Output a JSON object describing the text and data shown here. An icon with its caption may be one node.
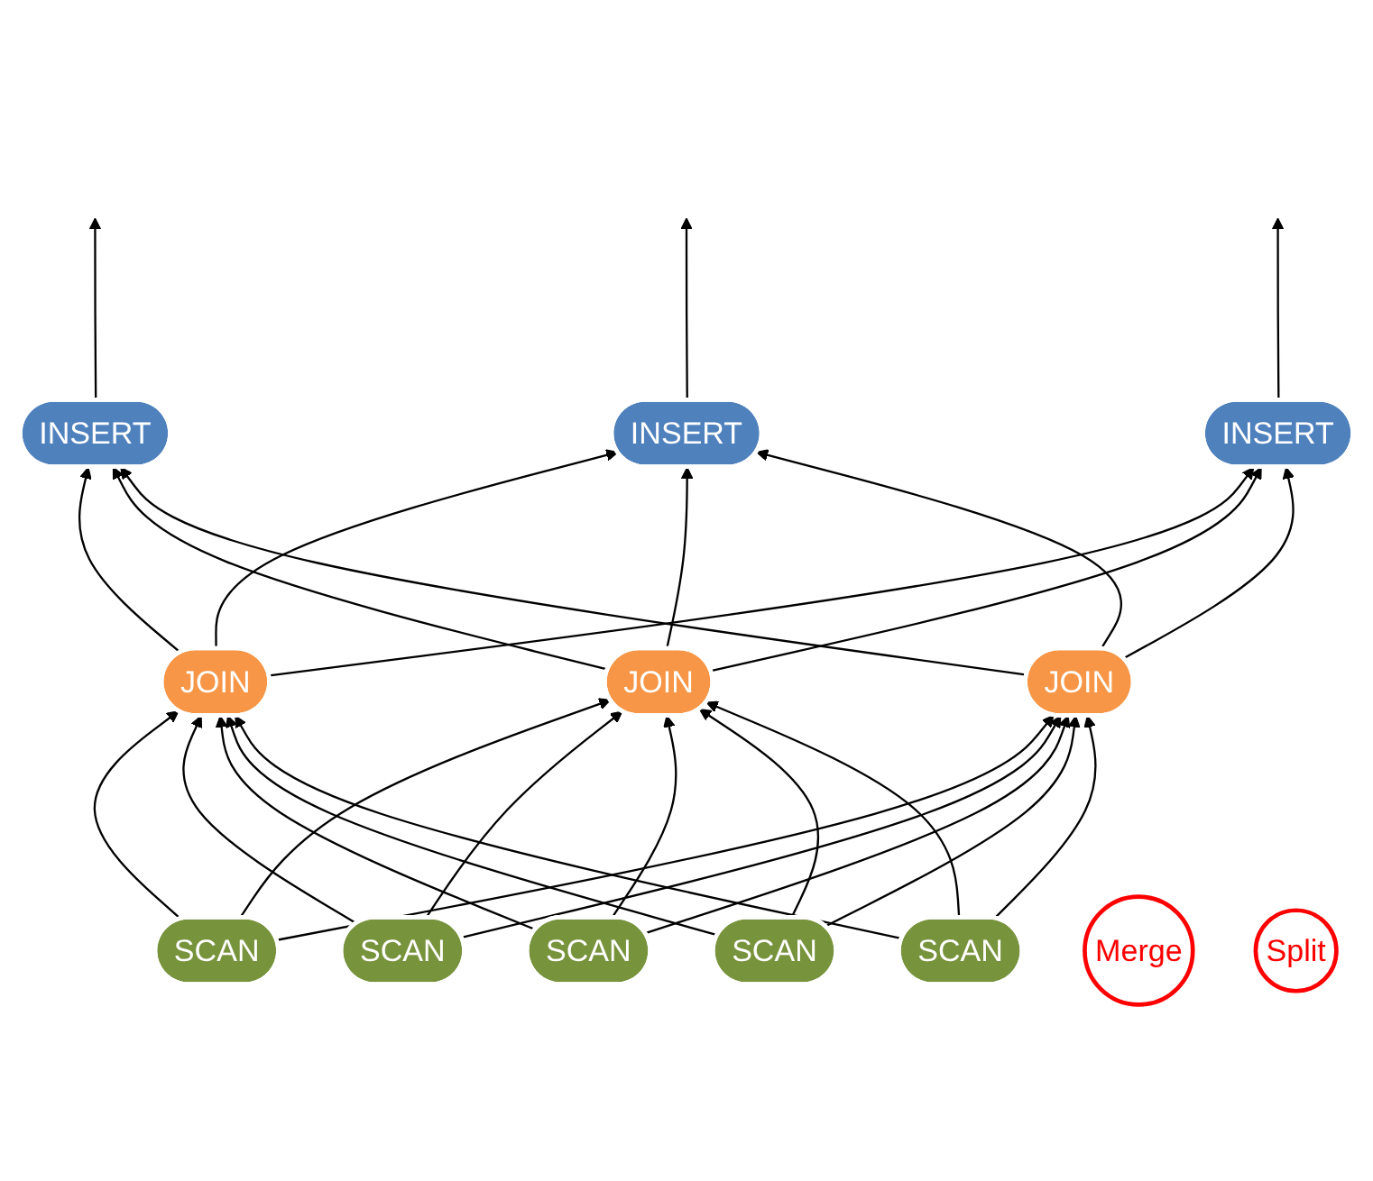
{
  "diagram": {
    "nodes": [
      {
        "text": [
          "INSERT"
        ]
      },
      {
        "text": [
          "INSERT"
        ]
      },
      {
        "text": [
          "INSERT"
        ]
      },
      {
        "text": [
          "JOIN"
        ]
      },
      {
        "text": [
          "JOIN"
        ]
      },
      {
        "text": [
          "JOIN"
        ]
      },
      {
        "text": [
          "SCAN"
        ]
      },
      {
        "text": [
          "SCAN"
        ]
      },
      {
        "text": [
          "SCAN"
        ]
      },
      {
        "text": [
          "SCAN"
        ]
      },
      {
        "text": [
          "SCAN"
        ]
      },
      {
        "text": [
          "Merge"
        ]
      },
      {
        "text": [
          "Split"
        ]
      }
    ],
    "edges": [
      {
        "from": 0,
        "to": null,
        "arrow": "to"
      },
      {
        "from": 1,
        "to": null,
        "arrow": "to"
      },
      {
        "from": 2,
        "to": null,
        "arrow": "to"
      },
      {
        "from": 3,
        "to": 0,
        "arrow": "to"
      },
      {
        "from": 3,
        "to": 1,
        "arrow": "to"
      },
      {
        "from": 3,
        "to": 2,
        "arrow": "to"
      },
      {
        "from": 4,
        "to": 0,
        "arrow": "to"
      },
      {
        "from": 4,
        "to": 1,
        "arrow": "to"
      },
      {
        "from": 4,
        "to": 2,
        "arrow": "to"
      },
      {
        "from": 5,
        "to": 0,
        "arrow": "to"
      },
      {
        "from": 5,
        "to": 1,
        "arrow": "to"
      },
      {
        "from": 5,
        "to": 2,
        "arrow": "to"
      },
      {
        "from": 6,
        "to": 3,
        "arrow": "to"
      },
      {
        "from": 6,
        "to": 4,
        "arrow": "to"
      },
      {
        "from": 6,
        "to": 5,
        "arrow": "to"
      },
      {
        "from": 7,
        "to": 3,
        "arrow": "to"
      },
      {
        "from": 7,
        "to": 4,
        "arrow": "to"
      },
      {
        "from": 7,
        "to": 5,
        "arrow": "to"
      },
      {
        "from": 8,
        "to": 3,
        "arrow": "to"
      },
      {
        "from": 8,
        "to": 4,
        "arrow": "to"
      },
      {
        "from": 8,
        "to": 5,
        "arrow": "to"
      },
      {
        "from": 9,
        "to": 3,
        "arrow": "to"
      },
      {
        "from": 9,
        "to": 4,
        "arrow": "to"
      },
      {
        "from": 9,
        "to": 5,
        "arrow": "to"
      },
      {
        "from": 10,
        "to": 3,
        "arrow": "to"
      },
      {
        "from": 10,
        "to": 4,
        "arrow": "to"
      },
      {
        "from": 10,
        "to": 5,
        "arrow": "to"
      }
    ]
  }
}
